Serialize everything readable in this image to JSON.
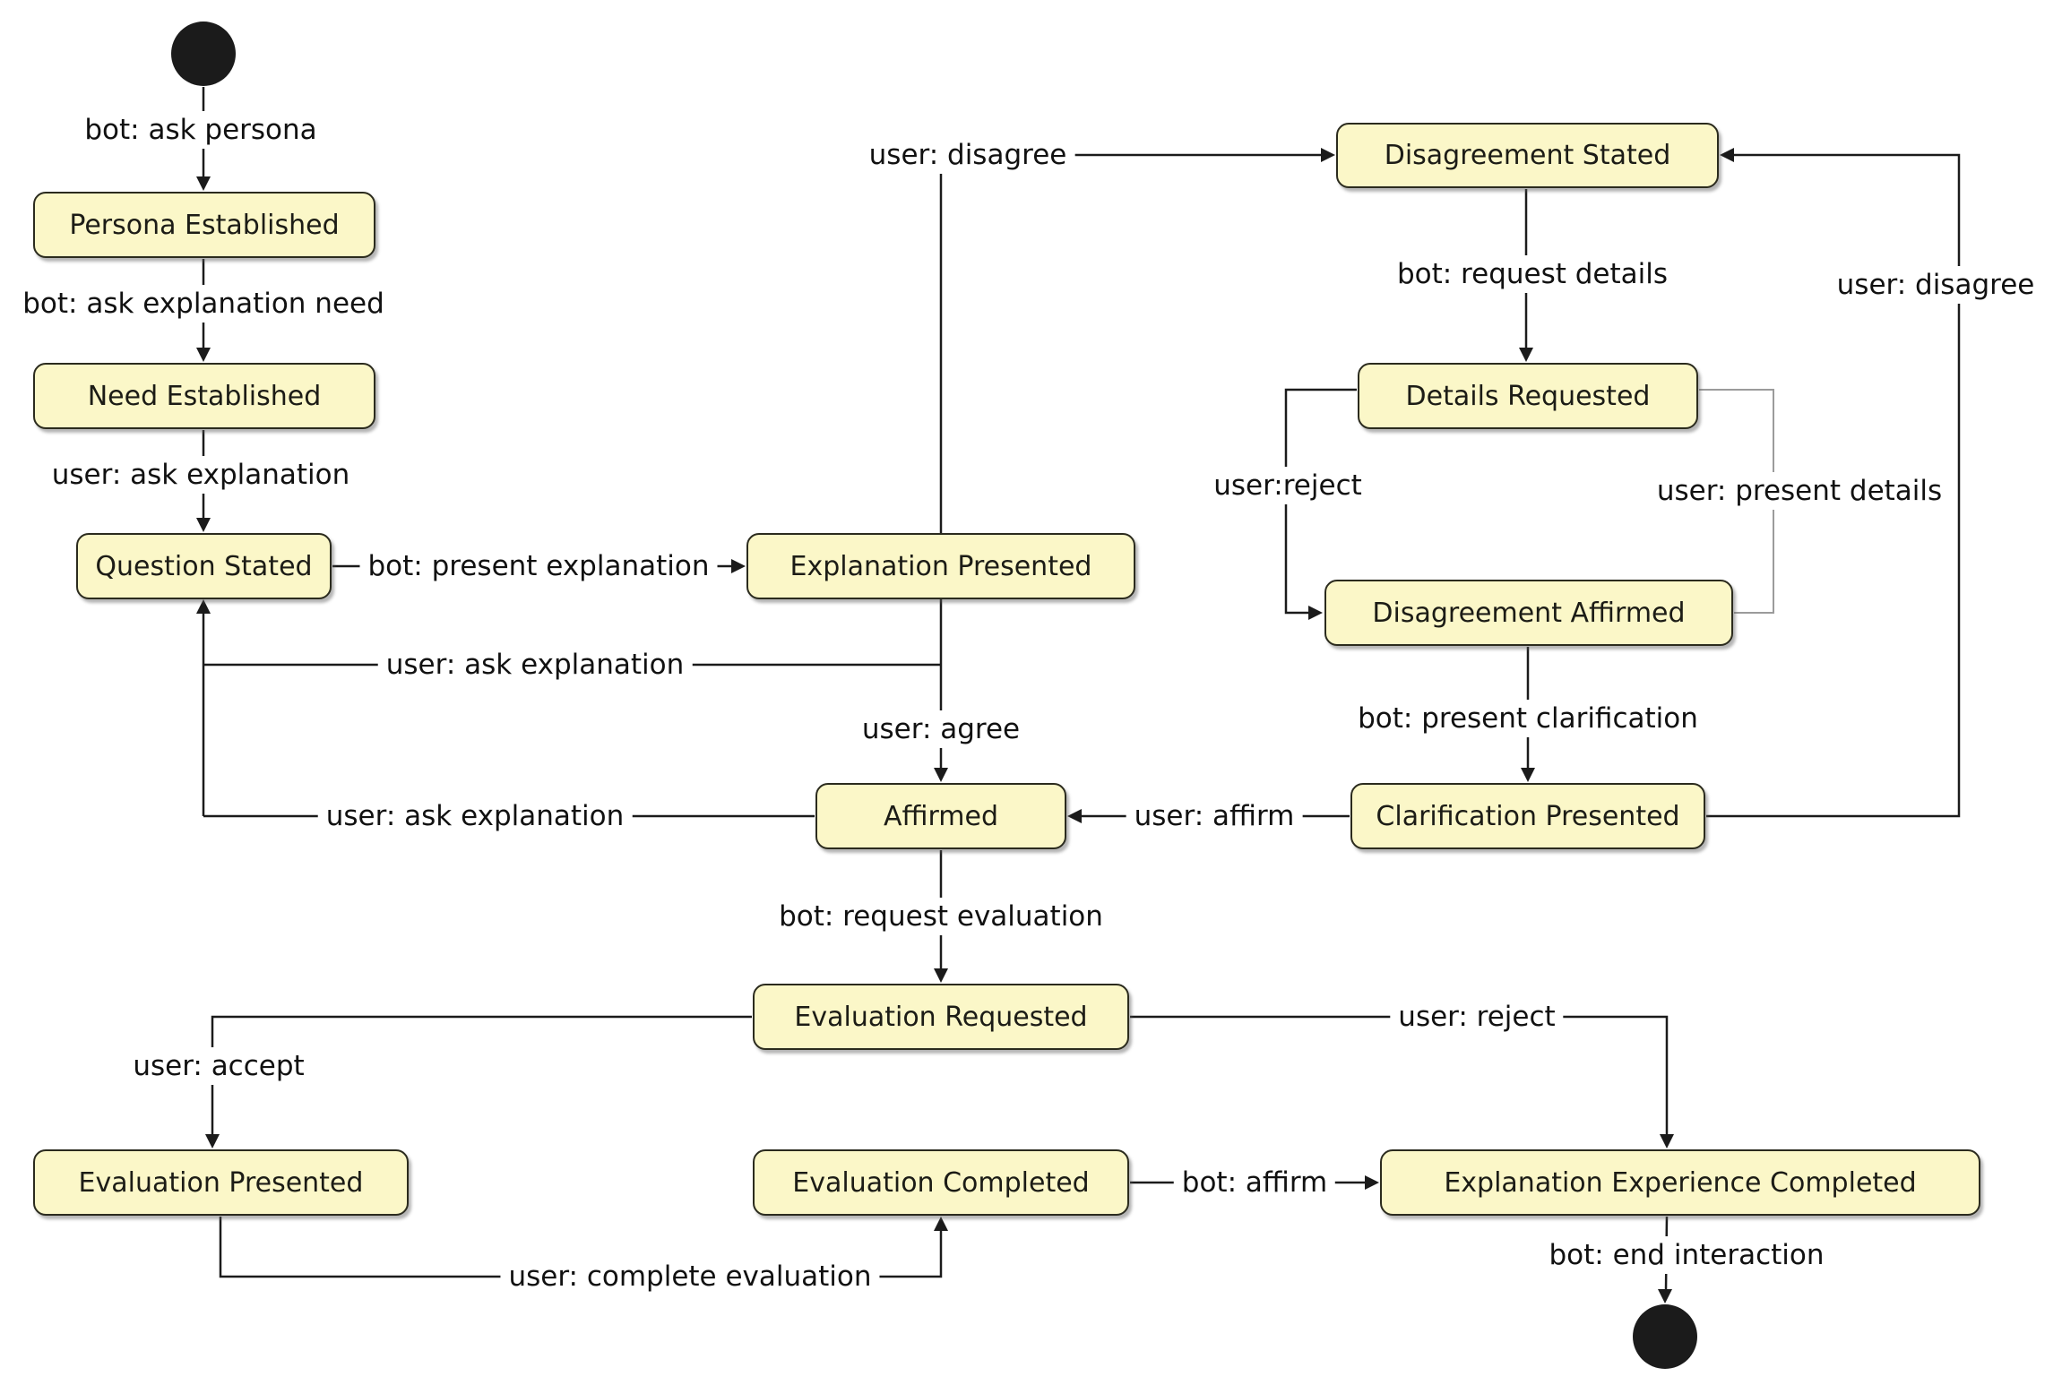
{
  "diagram_type": "state-machine-diagram",
  "colors": {
    "line_color": "#1b1b1b",
    "gray_line_color": "#9b9b9b",
    "state_fill": "#fbf7c8",
    "state_border": "#2b2b1e",
    "state_text": "#1c1c16",
    "label_text": "#111111",
    "background": "#ffffff"
  },
  "states": {
    "persona_established": "Persona Established",
    "need_established": "Need Established",
    "question_stated": "Question Stated",
    "explanation_presented": "Explanation Presented",
    "disagreement_stated": "Disagreement Stated",
    "details_requested": "Details Requested",
    "disagreement_affirmed": "Disagreement Affirmed",
    "clarification_presented": "Clarification Presented",
    "affirmed": "Affirmed",
    "evaluation_requested": "Evaluation Requested",
    "evaluation_presented": "Evaluation Presented",
    "evaluation_completed": "Evaluation Completed",
    "explanation_experience_completed": "Explanation Experience Completed"
  },
  "edges": {
    "bot_ask_persona": "bot: ask persona",
    "bot_ask_explanation_need": "bot: ask explanation need",
    "user_ask_explanation_to_question": "user: ask explanation",
    "bot_present_explanation": "bot: present explanation",
    "user_disagree_from_explanation": "user: disagree",
    "bot_request_details": "bot: request details",
    "user_reject_details": "user:reject",
    "user_present_details": "user: present details",
    "bot_present_clarification": "bot: present clarification",
    "user_affirm": "user: affirm",
    "user_agree": "user: agree",
    "user_disagree_from_clarification": "user: disagree",
    "user_ask_explanation_from_explanation": "user: ask explanation",
    "user_ask_explanation_from_affirmed": "user: ask explanation",
    "bot_request_evaluation": "bot: request evaluation",
    "user_accept": "user: accept",
    "user_reject_evaluation": "user: reject",
    "user_complete_evaluation": "user: complete evaluation",
    "bot_affirm": "bot: affirm",
    "bot_end_interaction": "bot: end interaction"
  }
}
